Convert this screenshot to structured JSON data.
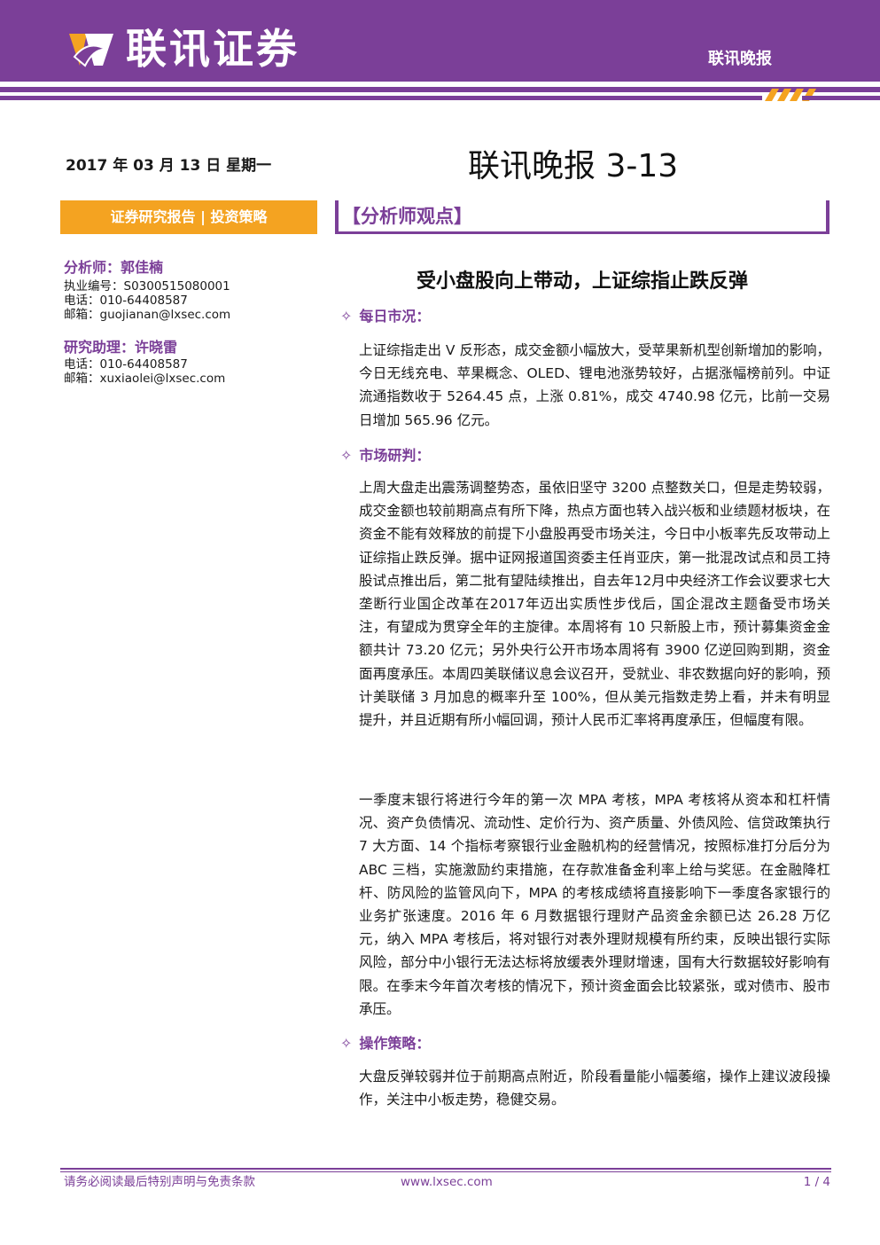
{
  "header": {
    "company_name": "联讯证券",
    "right_label": "联讯晚报"
  },
  "report": {
    "date": "2017 年 03 月 13 日 星期一",
    "title": "联讯晚报 3-13",
    "category": "证券研究报告 | 投资策略",
    "section_label": "【分析师观点】"
  },
  "analysts": [
    {
      "role_name": "分析师：郭佳楠",
      "lines": [
        "执业编号：S0300515080001",
        "电话：010-64408587",
        "邮箱：guojianan@lxsec.com"
      ]
    },
    {
      "role_name": "研究助理：许晓雷",
      "lines": [
        "电话：010-64408587",
        "邮箱：xuxiaolei@lxsec.com"
      ]
    }
  ],
  "article": {
    "title": "受小盘股向上带动，上证综指止跌反弹",
    "sections": [
      {
        "heading": "每日市况：",
        "paragraphs": [
          "上证综指走出 V 反形态，成交金额小幅放大，受苹果新机型创新增加的影响，今日无线充电、苹果概念、OLED、锂电池涨势较好，占据涨幅榜前列。中证流通指数收于 5264.45 点，上涨 0.81%，成交 4740.98 亿元，比前一交易日增加 565.96 亿元。"
        ]
      },
      {
        "heading": "市场研判：",
        "paragraphs": [
          "上周大盘走出震荡调整势态，虽依旧坚守 3200 点整数关口，但是走势较弱，成交金额也较前期高点有所下降，热点方面也转入战兴板和业绩题材板块，在资金不能有效释放的前提下小盘股再受市场关注，今日中小板率先反攻带动上证综指止跌反弹。据中证网报道国资委主任肖亚庆，第一批混改试点和员工持股试点推出后，第二批有望陆续推出，自去年12月中央经济工作会议要求七大垄断行业国企改革在2017年迈出实质性步伐后，国企混改主题备受市场关注，有望成为贯穿全年的主旋律。本周将有 10 只新股上市，预计募集资金金额共计 73.20 亿元；另外央行公开市场本周将有 3900 亿逆回购到期，资金面再度承压。本周四美联储议息会议召开，受就业、非农数据向好的影响，预计美联储 3 月加息的概率升至 100%，但从美元指数走势上看，并未有明显提升，并且近期有所小幅回调，预计人民币汇率将再度承压，但幅度有限。",
          "一季度末银行将进行今年的第一次 MPA 考核，MPA 考核将从资本和杠杆情况、资产负债情况、流动性、定价行为、资产质量、外债风险、信贷政策执行 7 大方面、14 个指标考察银行业金融机构的经营情况，按照标准打分后分为 ABC 三档，实施激励约束措施，在存款准备金利率上给与奖惩。在金融降杠杆、防风险的监管风向下，MPA 的考核成绩将直接影响下一季度各家银行的业务扩张速度。2016 年 6 月数据银行理财产品资金余额已达 26.28 万亿元，纳入 MPA 考核后，将对银行对表外理财规模有所约束，反映出银行实际风险，部分中小银行无法达标将放缓表外理财增速，国有大行数据较好影响有限。在季末今年首次考核的情况下，预计资金面会比较紧张，或对债市、股市承压。"
        ]
      },
      {
        "heading": "操作策略：",
        "paragraphs": [
          "大盘反弹较弱并位于前期高点附近，阶段看量能小幅萎缩，操作上建议波段操作，关注中小板走势，稳健交易。"
        ]
      }
    ]
  },
  "footer": {
    "disclaimer": "请务必阅读最后特别声明与免责条款",
    "website": "www.lxsec.com",
    "page": "1 / 4"
  },
  "colors": {
    "brand_purple": "#7b3f98",
    "accent_orange": "#f4a321"
  }
}
